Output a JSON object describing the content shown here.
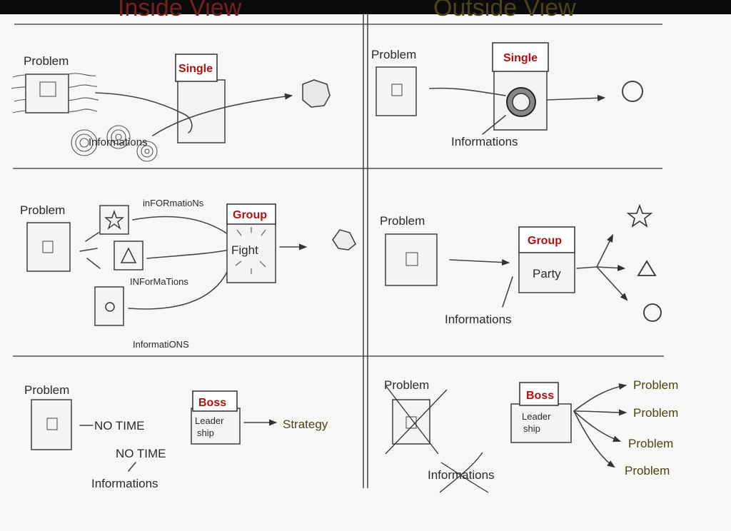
{
  "colors": {
    "inside_heading": "#7a1f1f",
    "outside_heading": "#4a4418",
    "red_label": "#b01010",
    "olive_text": "#4a4418",
    "ink": "#2a2a2a"
  },
  "headings": {
    "inside": "Inside View",
    "outside": "Outside View"
  },
  "inside": {
    "single": {
      "problem": "Problem",
      "tag": "Single",
      "informations": "Informations"
    },
    "group": {
      "problem": "Problem",
      "info_1": "inFORmatioNs",
      "info_2": "INForMaTions",
      "info_3": "InformatiONS",
      "tag": "Group",
      "body": "Fight"
    },
    "boss": {
      "problem": "Problem",
      "no_time_1": "NO TIME",
      "no_time_2": "NO TIME",
      "informations": "Informations",
      "tag": "Boss",
      "body_1": "Leader",
      "body_2": "ship",
      "result": "Strategy"
    }
  },
  "outside": {
    "single": {
      "problem": "Problem",
      "tag": "Single",
      "informations": "Informations"
    },
    "group": {
      "problem": "Problem",
      "tag": "Group",
      "body": "Party",
      "informations": "Informations"
    },
    "boss": {
      "problem": "Problem",
      "informations": "Informations",
      "tag": "Boss",
      "body_1": "Leader",
      "body_2": "ship",
      "outputs": [
        "Problem",
        "Problem",
        "Problem",
        "Problem"
      ]
    }
  }
}
